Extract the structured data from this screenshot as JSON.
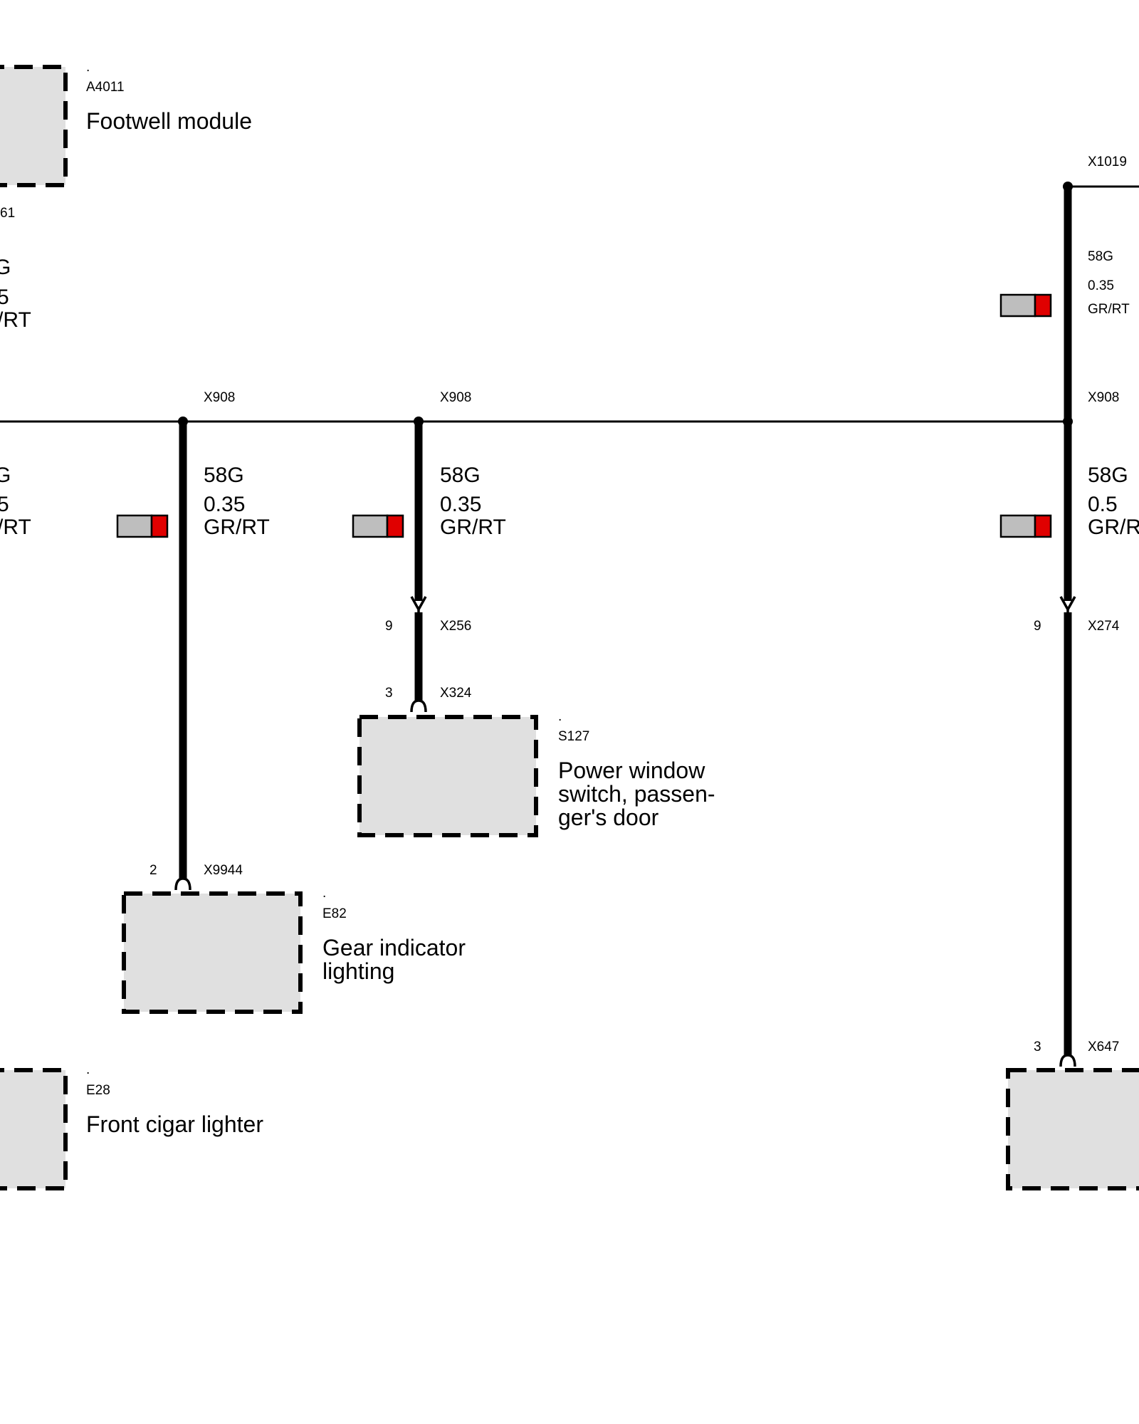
{
  "components": [
    {
      "id": "A4011",
      "dot": ".",
      "name": [
        "Footwell module"
      ]
    },
    {
      "id": "S127",
      "dot": ".",
      "name": [
        "Power window",
        "switch, passen-",
        "ger's door"
      ]
    },
    {
      "id": "E82",
      "dot": ".",
      "name": [
        "Gear indicator",
        "lighting"
      ]
    },
    {
      "id": "E28",
      "dot": ".",
      "name": [
        "Front cigar lighter"
      ]
    }
  ],
  "connectors": {
    "a4011_pin_partial": "61",
    "x1019": "X1019",
    "x908_left": "X908",
    "x908_mid": "X908",
    "x908_right": "X908",
    "x256": {
      "pin": "9",
      "id": "X256"
    },
    "x324": {
      "pin": "3",
      "id": "X324"
    },
    "x274": {
      "pin": "9",
      "id": "X274"
    },
    "x9944": {
      "pin": "2",
      "id": "X9944"
    },
    "x647": {
      "pin": "3",
      "id": "X647"
    }
  },
  "wires": {
    "top_left_partial": {
      "signal": "G",
      "size": "5",
      "color": "/RT"
    },
    "right_top": {
      "signal": "58G",
      "size": "0.35",
      "color": "GR/RT"
    },
    "mid_left_partial": {
      "signal": "G",
      "size": "5",
      "color": "/RT"
    },
    "left_branch": {
      "signal": "58G",
      "size": "0.35",
      "color": "GR/RT"
    },
    "mid_branch": {
      "signal": "58G",
      "size": "0.35",
      "color": "GR/RT"
    },
    "right_branch": {
      "signal": "58G",
      "size": "0.5",
      "color": "GR/R"
    }
  },
  "colors": {
    "wire_gray": "#bebebe",
    "wire_red": "#e00000",
    "box_fill": "#e0e0e0"
  }
}
